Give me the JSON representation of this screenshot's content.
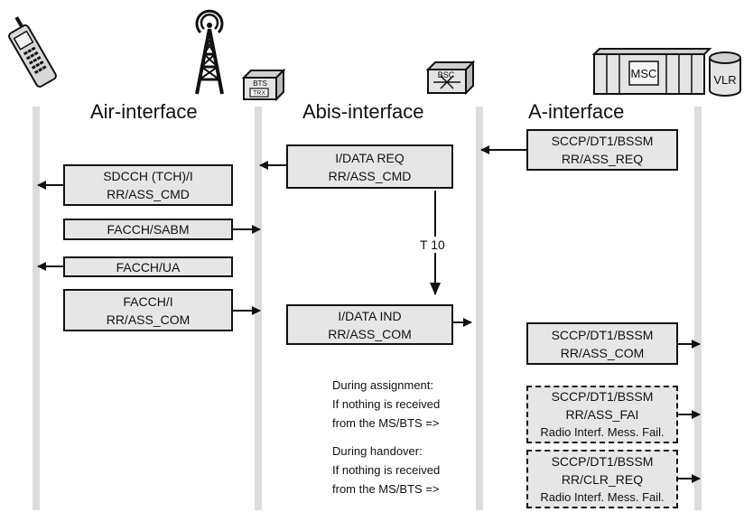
{
  "headers": {
    "air": "Air-interface",
    "abis": "Abis-interface",
    "a": "A-interface"
  },
  "equipment": {
    "bts": {
      "line1": "BTS",
      "line2": "TRX"
    },
    "bsc": "BSC",
    "msc": "MSC",
    "vlr": "VLR"
  },
  "messages": {
    "a_ass_req": {
      "line1": "SCCP/DT1/BSSM",
      "line2": "RR/ASS_REQ"
    },
    "abis_data_req": {
      "line1": "I/DATA REQ",
      "line2": "RR/ASS_CMD"
    },
    "air_ass_cmd": {
      "line1": "SDCCH (TCH)/I",
      "line2": "RR/ASS_CMD"
    },
    "air_sabm": {
      "line1": "FACCH/SABM"
    },
    "air_ua": {
      "line1": "FACCH/UA"
    },
    "air_ass_com": {
      "line1": "FACCH/I",
      "line2": "RR/ASS_COM"
    },
    "abis_data_ind": {
      "line1": "I/DATA IND",
      "line2": "RR/ASS_COM"
    },
    "a_ass_com": {
      "line1": "SCCP/DT1/BSSM",
      "line2": "RR/ASS_COM"
    },
    "a_ass_fai": {
      "line1": "SCCP/DT1/BSSM",
      "line2": "RR/ASS_FAI",
      "line3": "Radio Interf. Mess. Fail."
    },
    "a_clr_req": {
      "line1": "SCCP/DT1/BSSM",
      "line2": "RR/CLR_REQ",
      "line3": "Radio Interf. Mess. Fail."
    }
  },
  "timer": "T 10",
  "notes": {
    "assignment": {
      "line1": "During assignment:",
      "line2": "If nothing is received",
      "line3": "from the MS/BTS =>"
    },
    "handover": {
      "line1": "During handover:",
      "line2": "If nothing is received",
      "line3": "from the MS/BTS =>"
    }
  }
}
